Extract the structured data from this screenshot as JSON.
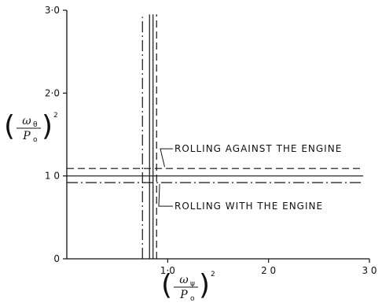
{
  "chart_data": {
    "type": "line",
    "title": "",
    "ylabel": {
      "numerator": "ω",
      "numerator_sub": "θ",
      "denominator": "P",
      "denominator_sub": "o",
      "power": "2"
    },
    "xlabel": {
      "numerator": "ω",
      "numerator_sub": "ψ",
      "denominator": "P",
      "denominator_sub": "o",
      "power": "2"
    },
    "xlim": [
      0,
      3.0
    ],
    "ylim": [
      0,
      3.0
    ],
    "x_ticks": [
      {
        "value": 1.0,
        "label": "1·0"
      },
      {
        "value": 2.0,
        "label": "2 0"
      },
      {
        "value": 3.0,
        "label": "3 0"
      }
    ],
    "y_ticks": [
      {
        "value": 0,
        "label": "0"
      },
      {
        "value": 1.0,
        "label": "1 0"
      },
      {
        "value": 2.0,
        "label": "2·0"
      },
      {
        "value": 3.0,
        "label": "3·0"
      }
    ],
    "origin_label": "0",
    "grid": false,
    "series": [
      {
        "orientation": "horizontal",
        "style": "solid",
        "value": 1.0
      },
      {
        "orientation": "horizontal",
        "style": "dashed",
        "value": 1.09
      },
      {
        "orientation": "horizontal",
        "style": "dash-dot",
        "value": 0.92
      },
      {
        "orientation": "vertical",
        "style": "solid",
        "value": 0.82,
        "y_range": [
          0,
          2.95
        ]
      },
      {
        "orientation": "vertical",
        "style": "solid",
        "value": 0.855,
        "y_range": [
          0,
          2.95
        ]
      },
      {
        "orientation": "vertical",
        "style": "dashed",
        "value": 0.89,
        "y_range": [
          0,
          2.95
        ]
      },
      {
        "orientation": "vertical",
        "style": "dash-dot",
        "value": 0.75,
        "y_range": [
          0,
          2.92
        ]
      }
    ],
    "annotations": [
      {
        "text": "ROLLING AGAINST THE ENGINE",
        "points_to": 1.09
      },
      {
        "text": "ROLLING WITH THE ENGINE",
        "points_to": 0.92
      }
    ]
  }
}
